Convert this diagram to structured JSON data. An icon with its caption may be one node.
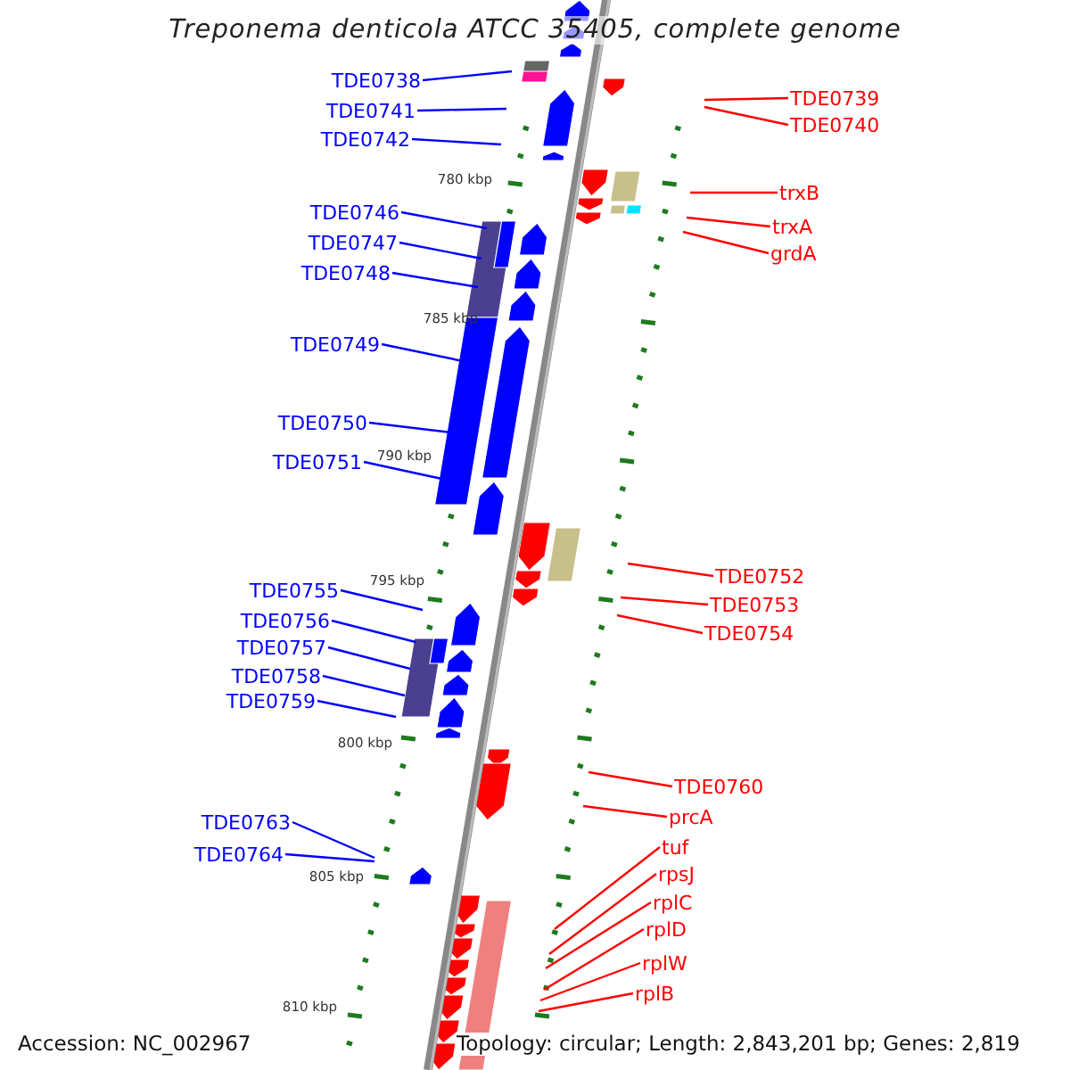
{
  "diagram": {
    "title": "Treponema denticola ATCC 35405, complete genome",
    "nodes": [
      {
        "text": [
          "TDE0738"
        ]
      },
      {
        "text": [
          "TDE0739"
        ]
      },
      {
        "text": [
          "TDE0741"
        ]
      },
      {
        "text": [
          "TDE0740"
        ]
      },
      {
        "text": [
          "TDE0742"
        ]
      },
      {
        "text": [
          "trxB"
        ]
      },
      {
        "text": [
          "TDE0746"
        ]
      },
      {
        "text": [
          "trxA"
        ]
      },
      {
        "text": [
          "TDE0747"
        ]
      },
      {
        "text": [
          "grdA"
        ]
      },
      {
        "text": [
          "TDE0748"
        ]
      },
      {
        "text": [
          "TDE0749"
        ]
      },
      {
        "text": [
          "TDE0750"
        ]
      },
      {
        "text": [
          "TDE0751"
        ]
      },
      {
        "text": [
          "TDE0752"
        ]
      },
      {
        "text": [
          "TDE0755"
        ]
      },
      {
        "text": [
          "TDE0753"
        ]
      },
      {
        "text": [
          "TDE0756"
        ]
      },
      {
        "text": [
          "TDE0754"
        ]
      },
      {
        "text": [
          "TDE0757"
        ]
      },
      {
        "text": [
          "TDE0758"
        ]
      },
      {
        "text": [
          "TDE0759"
        ]
      },
      {
        "text": [
          "TDE0760"
        ]
      },
      {
        "text": [
          "prcA"
        ]
      },
      {
        "text": [
          "TDE0763"
        ]
      },
      {
        "text": [
          "tuf"
        ]
      },
      {
        "text": [
          "TDE0764"
        ]
      },
      {
        "text": [
          "rpsJ"
        ]
      },
      {
        "text": [
          "rplC"
        ]
      },
      {
        "text": [
          "rplD"
        ]
      },
      {
        "text": [
          "rplW"
        ]
      },
      {
        "text": [
          "rplB"
        ]
      }
    ],
    "edges": [
      {
        "from": 0,
        "to": null,
        "arrow": "none",
        "color": "#0000ff"
      },
      {
        "from": 1,
        "to": null,
        "arrow": "none",
        "color": "#ff0000"
      },
      {
        "from": 2,
        "to": null,
        "arrow": "none",
        "color": "#0000ff"
      },
      {
        "from": 3,
        "to": null,
        "arrow": "none",
        "color": "#ff0000"
      },
      {
        "from": 4,
        "to": null,
        "arrow": "none",
        "color": "#0000ff"
      },
      {
        "from": 5,
        "to": null,
        "arrow": "none",
        "color": "#ff0000"
      },
      {
        "from": 6,
        "to": null,
        "arrow": "none",
        "color": "#0000ff"
      },
      {
        "from": 7,
        "to": null,
        "arrow": "none",
        "color": "#ff0000"
      },
      {
        "from": 8,
        "to": null,
        "arrow": "none",
        "color": "#0000ff"
      },
      {
        "from": 9,
        "to": null,
        "arrow": "none",
        "color": "#ff0000"
      },
      {
        "from": 10,
        "to": null,
        "arrow": "none",
        "color": "#0000ff"
      },
      {
        "from": 11,
        "to": null,
        "arrow": "none",
        "color": "#0000ff"
      },
      {
        "from": 12,
        "to": null,
        "arrow": "none",
        "color": "#0000ff"
      },
      {
        "from": 13,
        "to": null,
        "arrow": "none",
        "color": "#0000ff"
      },
      {
        "from": 14,
        "to": null,
        "arrow": "none",
        "color": "#ff0000"
      },
      {
        "from": 15,
        "to": null,
        "arrow": "none",
        "color": "#0000ff"
      },
      {
        "from": 16,
        "to": null,
        "arrow": "none",
        "color": "#ff0000"
      },
      {
        "from": 17,
        "to": null,
        "arrow": "none",
        "color": "#0000ff"
      },
      {
        "from": 18,
        "to": null,
        "arrow": "none",
        "color": "#ff0000"
      },
      {
        "from": 19,
        "to": null,
        "arrow": "none",
        "color": "#0000ff"
      },
      {
        "from": 20,
        "to": null,
        "arrow": "none",
        "color": "#0000ff"
      },
      {
        "from": 21,
        "to": null,
        "arrow": "none",
        "color": "#0000ff"
      },
      {
        "from": 22,
        "to": null,
        "arrow": "none",
        "color": "#ff0000"
      },
      {
        "from": 23,
        "to": null,
        "arrow": "none",
        "color": "#ff0000"
      },
      {
        "from": 24,
        "to": null,
        "arrow": "none",
        "color": "#0000ff"
      },
      {
        "from": 25,
        "to": null,
        "arrow": "none",
        "color": "#ff0000"
      },
      {
        "from": 26,
        "to": null,
        "arrow": "none",
        "color": "#0000ff"
      },
      {
        "from": 27,
        "to": null,
        "arrow": "none",
        "color": "#ff0000"
      },
      {
        "from": 28,
        "to": null,
        "arrow": "none",
        "color": "#ff0000"
      },
      {
        "from": 29,
        "to": null,
        "arrow": "none",
        "color": "#ff0000"
      },
      {
        "from": 30,
        "to": null,
        "arrow": "none",
        "color": "#ff0000"
      },
      {
        "from": 31,
        "to": null,
        "arrow": "none",
        "color": "#ff0000"
      }
    ],
    "labels": [
      "780 kbp",
      "785 kbp",
      "790 kbp",
      "795 kbp",
      "800 kbp",
      "805 kbp",
      "810 kbp",
      "Accession: NC_002967",
      "Topology: circular; Length: 2,843,201 bp; Genes: 2,819"
    ]
  }
}
